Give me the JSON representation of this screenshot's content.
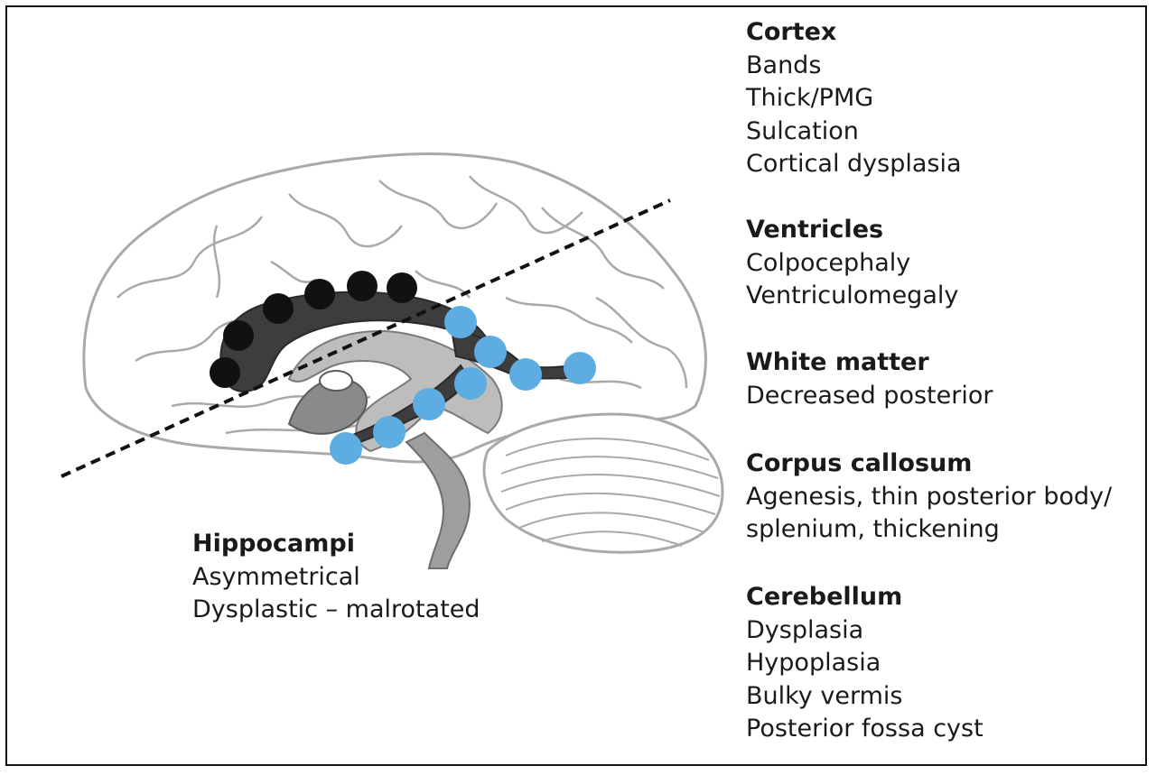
{
  "colors": {
    "brain_outline": "#a9a9a9",
    "ventricle_dark": "#3a3a3a",
    "ventricle_light": "#bdbdbd",
    "black_dot": "#111111",
    "blue_dot": "#5dade2",
    "dashed_line": "#111111",
    "frame": "#111111"
  },
  "labels": {
    "cortex": {
      "title": "Cortex",
      "items": [
        "Bands",
        "Thick/PMG",
        "Sulcation",
        "Cortical dysplasia"
      ]
    },
    "ventricles": {
      "title": "Ventricles",
      "items": [
        "Colpocephaly",
        "Ventriculomegaly"
      ]
    },
    "white_matter": {
      "title": "White matter",
      "items": [
        "Decreased posterior"
      ]
    },
    "corpus_callosum": {
      "title": "Corpus callosum",
      "items": [
        "Agenesis, thin posterior body/",
        "splenium, thickening"
      ]
    },
    "cerebellum": {
      "title": "Cerebellum",
      "items": [
        "Dysplasia",
        "Hypoplasia",
        "Bulky vermis",
        "Posterior fossa cyst"
      ]
    },
    "hippocampi": {
      "title": "Hippocampi",
      "items": [
        "Asymmetrical",
        "Dysplastic – malrotated"
      ]
    }
  }
}
